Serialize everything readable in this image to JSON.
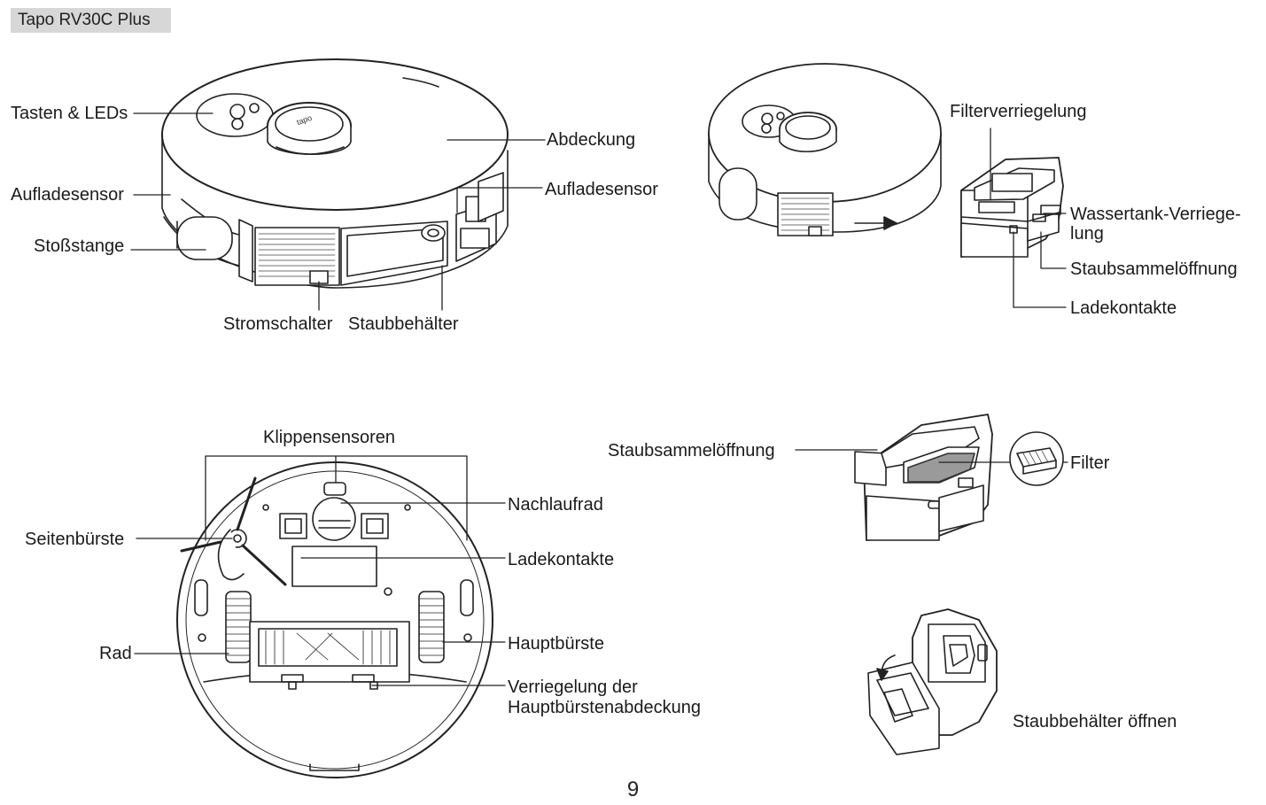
{
  "header": {
    "product": "Tapo RV30C Plus"
  },
  "top_robot": {
    "buttons_leds": "Tasten & LEDs",
    "cover": "Abdeckung",
    "charging_sensor_left": "Aufladesensor",
    "charging_sensor_right": "Aufladesensor",
    "bumper": "Stoßstange",
    "power_switch": "Stromschalter",
    "dustbin": "Staubbehälter"
  },
  "dustbin_view": {
    "filter_latch": "Filterverriegelung",
    "water_tank_latch_1": "Wassertank-Verriege-",
    "water_tank_latch_2": "lung",
    "dust_opening": "Staubsammelöffnung",
    "charging_contacts": "Ladekontakte"
  },
  "bottom_robot": {
    "cliff_sensors": "Klippensensoren",
    "side_brush": "Seitenbürste",
    "caster_wheel": "Nachlaufrad",
    "charging_contacts": "Ladekontakte",
    "wheel": "Rad",
    "main_brush": "Hauptbürste",
    "brush_cover_latch_1": "Verriegelung der",
    "brush_cover_latch_2": "Hauptbürstenabdeckung"
  },
  "filter_view": {
    "dust_opening": "Staubsammelöffnung",
    "filter": "Filter"
  },
  "open_view": {
    "open_dustbin": "Staubbehälter öffnen"
  },
  "page_number": "9"
}
